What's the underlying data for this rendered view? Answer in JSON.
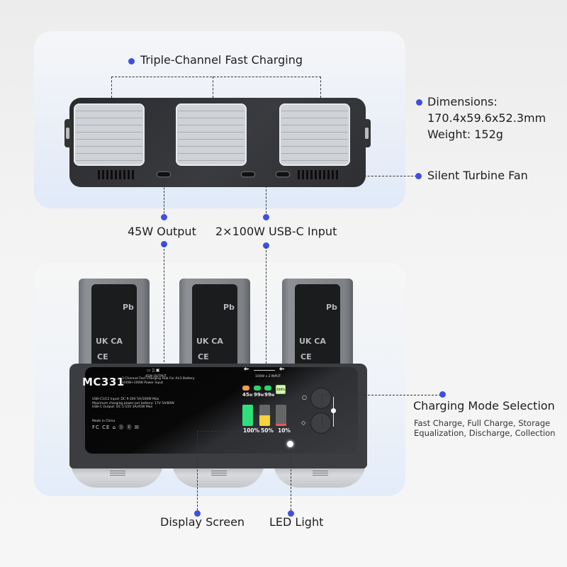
{
  "callouts": {
    "triple_channel": "Triple-Channel Fast Charging",
    "dimensions_title": "Dimensions:",
    "dimensions_value": "170.4x59.6x52.3mm",
    "weight": "Weight: 152g",
    "fan": "Silent Turbine Fan",
    "output": "45W Output",
    "input": "2×100W USB-C Input",
    "mode_title": "Charging Mode Selection",
    "mode_desc_1": "Fast Charge, Full Charge, Storage",
    "mode_desc_2": "Equalization, Discharge, Collection",
    "display": "Display Screen",
    "led": "LED Light"
  },
  "device": {
    "model": "MC331",
    "description_1": "3 Channel Fast Charging Hub For Air3 Battery",
    "description_2": "100W+100W Power Input",
    "spec_1": "USB-C1/C2 Input: DC 9-20V 5A/100W Max",
    "spec_2": "Maximum charging power per battery: 17V 5A/80W",
    "spec_3": "USB-C Output: DC 5-15V 3A/45W Max",
    "made_in": "Made in China",
    "certifications": "FC CE ⌂ Ⓓ Ⓡ ☒",
    "output_port_label": "45W OUTPUT",
    "input_label": "100W x 2 INPUT",
    "battery_marks": [
      "UK CA",
      "CE",
      "Pb"
    ]
  },
  "display": {
    "power_readings": [
      {
        "value": "45",
        "unit": "W",
        "color": "#f59a4e"
      },
      {
        "value": "99",
        "unit": "W",
        "color": "#2fd36b"
      },
      {
        "value": "99",
        "unit": "W",
        "color": "#2fd36b"
      }
    ],
    "full_badge": "100%",
    "batteries": [
      {
        "percent_label": "100%",
        "level": 1.0,
        "color": "#2ee07a"
      },
      {
        "percent_label": "50%",
        "level": 0.5,
        "color": "#f7d23a"
      },
      {
        "percent_label": "10%",
        "level": 0.1,
        "color": "#e8585c"
      }
    ]
  },
  "colors": {
    "accent_dot": "#3f4fe0"
  }
}
